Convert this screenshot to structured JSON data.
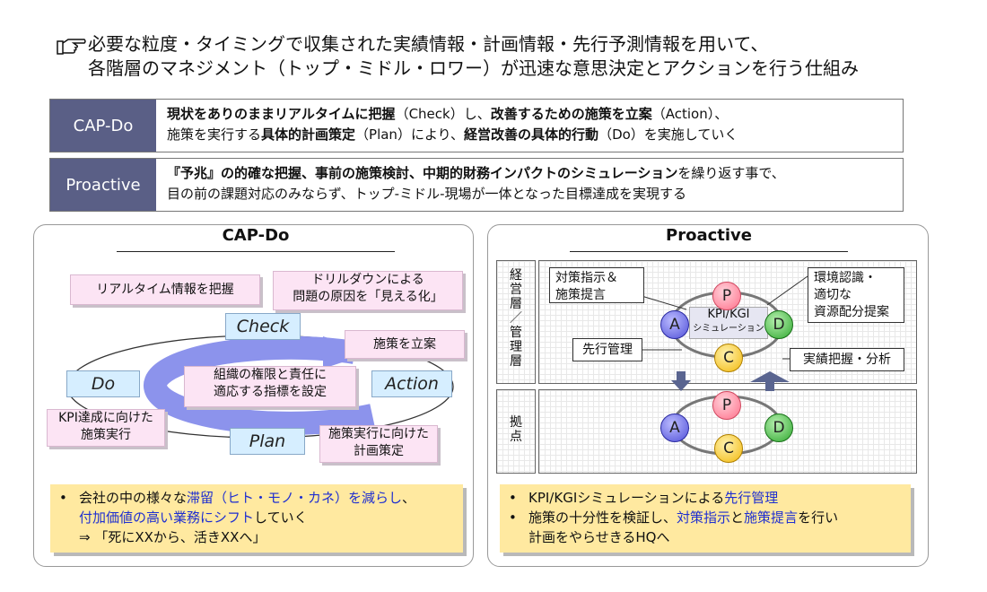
{
  "header": {
    "line1": "必要な粒度・タイミングで収集された実績情報・計画情報・先行予測情報を用いて、",
    "line2": "各階層のマネジメント（トップ・ミドル・ロワー）が迅速な意思決定とアクションを行う仕組み"
  },
  "capdo_row": {
    "label": "CAP-Do",
    "l1a": "現状をありのままリアルタイムに把握",
    "l1b": "（Check）し、",
    "l1c": "改善するための施策を立案",
    "l1d": "（Action）、",
    "l2a": "施策を実行する",
    "l2b": "具体的計画策定",
    "l2c": "（Plan）により、",
    "l2d": "経営改善の具体的行動",
    "l2e": "（Do）を実施していく"
  },
  "proactive_row": {
    "label": "Proactive",
    "l1a": "『予兆』の的確な把握、事前の施策検討、中期的財務インパクトのシミュレーション",
    "l1b": "を繰り返す事で、",
    "l2": "目の前の課題対応のみならず、トップ-ミドル-現場が一体となった目標達成を実現する"
  },
  "left_panel": {
    "title": "CAP-Do",
    "notes": {
      "realtime": "リアルタイム情報を把握",
      "drill1": "ドリルダウンによる",
      "drill2": "問題の原因を「見える化」",
      "plan_action": "施策を立案",
      "kpi1": "KPI達成に向けた",
      "kpi2": "施策実行",
      "exec1": "施策実行に向けた",
      "exec2": "計画策定",
      "center1": "組織の権限と責任に",
      "center2": "適応する指標を設定"
    },
    "phases": {
      "check": "Check",
      "action": "Action",
      "do": "Do",
      "plan": "Plan"
    },
    "summary": {
      "b1a": "会社の中の様々な",
      "b1b": "滞留（ヒト・モノ・カネ）を減らし",
      "b1c": "、",
      "b1d": "付加価値の高い業務にシフト",
      "b1e": "していく",
      "b1f": "⇒ 「死にXXから、活きXXへ」"
    }
  },
  "right_panel": {
    "title": "Proactive",
    "management_label": [
      "経",
      "営",
      "層",
      "／",
      "管",
      "理",
      "層"
    ],
    "base_label": [
      "拠",
      "点"
    ],
    "boxes": {
      "directive1": "対策指示＆",
      "directive2": "施策提言",
      "lead": "先行管理",
      "env1": "環境認識・",
      "env2": "適切な",
      "env3": "資源配分提案",
      "actual": "実績把握・分析",
      "sim1": "KPI/KGI",
      "sim2": "シミュレーション"
    },
    "circles": {
      "a": "A",
      "p": "P",
      "d": "D",
      "c": "C"
    },
    "summary": {
      "b1a": "KPI/KGIシミュレーションによる",
      "b1b": "先行管理",
      "b2a": "施策の十分性を検証し、",
      "b2b": "対策指示",
      "b2c": "と",
      "b2d": "施策提言",
      "b2e": "を行い",
      "b2f": "計画をやらせきるHQへ"
    }
  },
  "colors": {
    "label_bg": "#5a5f86",
    "pink_note": "#fce4f4",
    "phase_box": "#d6eeff",
    "summary_bg": "#ffe9a0",
    "accent_blue": "#1f2fd0",
    "cycle_arrow": "#8c93ec"
  },
  "icons": {
    "pointer": "pointing-hand-icon"
  }
}
